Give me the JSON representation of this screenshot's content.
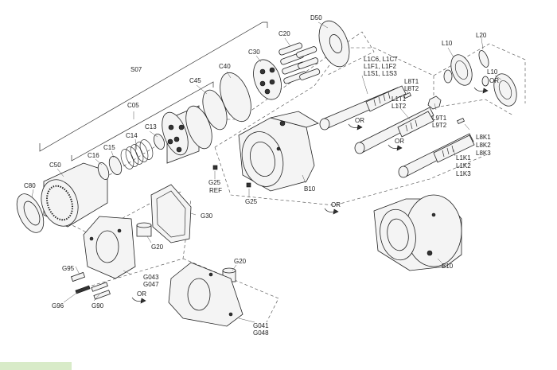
{
  "labels": {
    "S07": "S07",
    "C05": "C05",
    "D50": "D50",
    "C20": "C20",
    "C30": "C30",
    "C40": "C40",
    "C45": "C45",
    "C13": "C13",
    "C14": "C14",
    "C15": "C15",
    "C16": "C16",
    "C50": "C50",
    "C80": "C80",
    "L1C": "L1C6, L1C7",
    "L1F": "L1F1, L1F2",
    "L1S": "L1S1, L1S3",
    "L8T1": "L8T1",
    "L8T2": "L8T2",
    "L1T1": "L1T1",
    "L1T2": "L1T2",
    "L9T1": "L9T1",
    "L9T2": "L9T2",
    "L10a": "L10",
    "L20": "L20",
    "L10b": "L10",
    "L8K1": "L8K1",
    "L8K2": "L8K2",
    "L8K3": "L8K3",
    "L1K1": "L1K1",
    "L1K2": "L1K2",
    "L1K3": "L1K3",
    "OR1": "OR",
    "OR2": "OR",
    "OR3": "OR",
    "OR4": "OR",
    "OR5": "OR",
    "G25a": "G25",
    "REF": "REF",
    "G25b": "G25",
    "B10a": "B10",
    "B10b": "B10",
    "G30": "G30",
    "G20a": "G20",
    "G20b": "G20",
    "G95": "G95",
    "G96": "G96",
    "G90": "G90",
    "G043": "G043",
    "G047": "G047",
    "G041": "G041",
    "G048": "G048"
  }
}
